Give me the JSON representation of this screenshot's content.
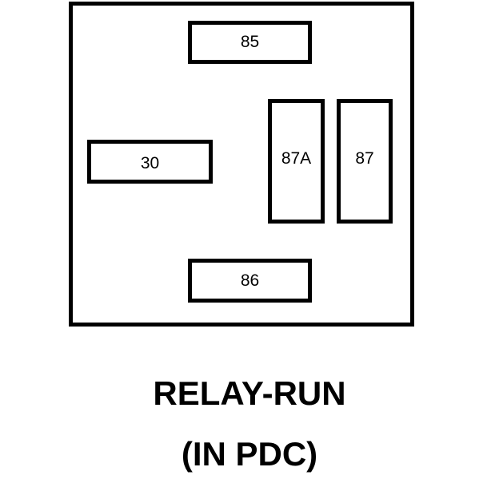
{
  "terminals": {
    "t85": "85",
    "t86": "86",
    "t30": "30",
    "t87a": "87A",
    "t87": "87"
  },
  "caption": {
    "title": "RELAY-RUN",
    "subtitle": "(IN PDC)"
  }
}
